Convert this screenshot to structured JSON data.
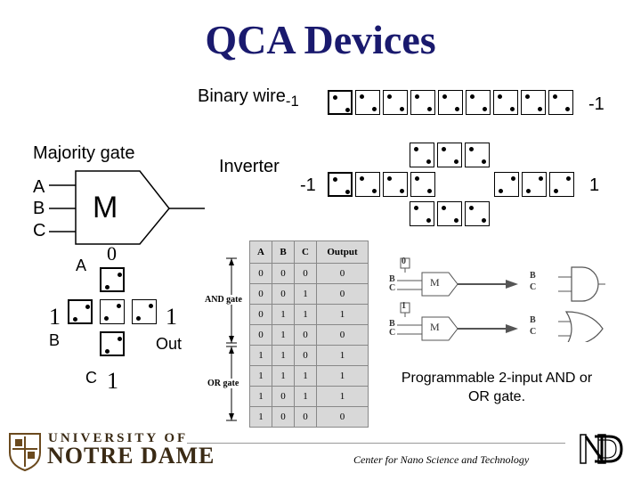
{
  "title": "QCA Devices",
  "binary_wire": {
    "label": "Binary wire",
    "input_value": "-1",
    "output_value": "-1"
  },
  "majority_gate": {
    "label": "Majority gate",
    "inputs": [
      "A",
      "B",
      "C"
    ],
    "symbol": "M"
  },
  "inverter": {
    "label": "Inverter",
    "input_value": "-1",
    "output_value": "1"
  },
  "qca_majority": {
    "top_value": "0",
    "left_value": "1",
    "right_value": "1",
    "bottom_value": "1",
    "input_a": "A",
    "input_b": "B",
    "input_c": "C",
    "output": "Out"
  },
  "truth_table": {
    "headers": [
      "A",
      "B",
      "C",
      "Output"
    ],
    "rows": [
      [
        "0",
        "0",
        "0",
        "0"
      ],
      [
        "0",
        "0",
        "1",
        "0"
      ],
      [
        "0",
        "1",
        "1",
        "1"
      ],
      [
        "0",
        "1",
        "0",
        "0"
      ],
      [
        "1",
        "1",
        "0",
        "1"
      ],
      [
        "1",
        "1",
        "1",
        "1"
      ],
      [
        "1",
        "0",
        "1",
        "1"
      ],
      [
        "1",
        "0",
        "0",
        "0"
      ]
    ],
    "and_label": "AND gate",
    "or_label": "OR gate"
  },
  "programmable": {
    "and_control": "0",
    "or_control": "1",
    "symbol": "M",
    "in_b": "B",
    "in_c": "C",
    "caption": "Programmable 2-input AND or OR gate."
  },
  "footer": {
    "university_top": "UNIVERSITY OF",
    "university_bottom": "NOTRE DAME",
    "center": "Center for Nano Science and Technology"
  }
}
